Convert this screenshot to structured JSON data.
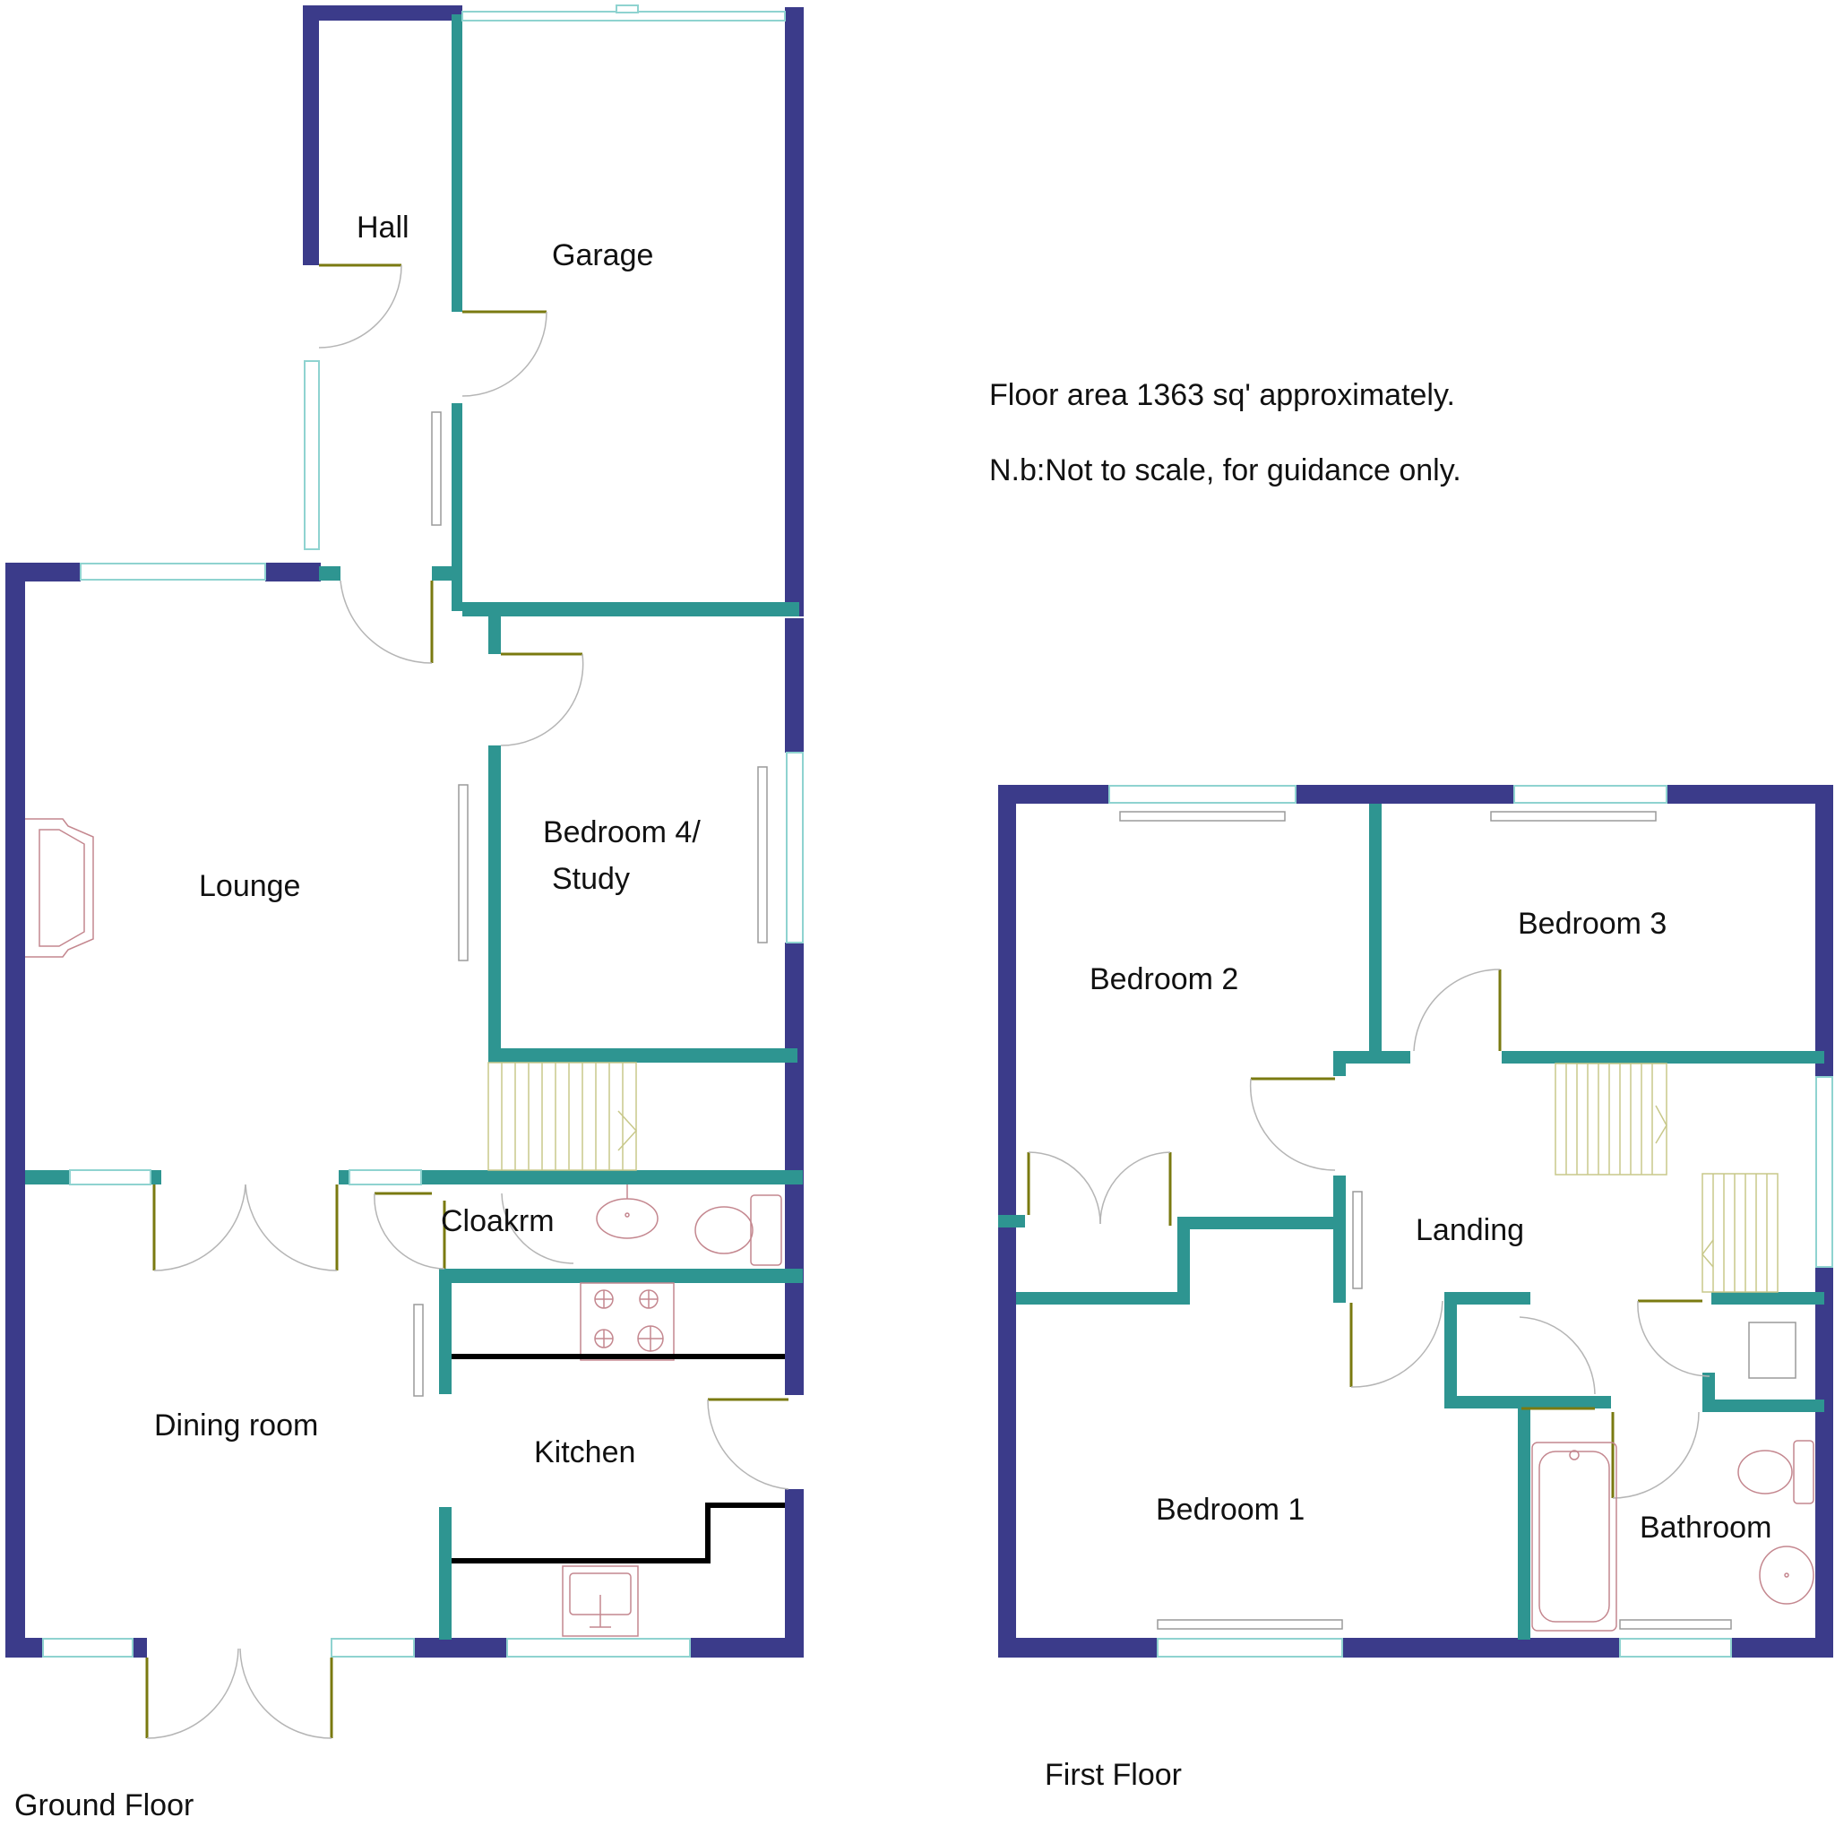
{
  "ground_floor": {
    "title": "Ground Floor",
    "rooms": {
      "hall": "Hall",
      "garage": "Garage",
      "lounge": "Lounge",
      "bedroom4_line1": "Bedroom 4/",
      "bedroom4_line2": "Study",
      "cloakroom": "Cloakrm",
      "dining_room": "Dining room",
      "kitchen": "Kitchen"
    }
  },
  "first_floor": {
    "title": "First Floor",
    "rooms": {
      "bedroom1": "Bedroom 1",
      "bedroom2": "Bedroom 2",
      "bedroom3": "Bedroom 3",
      "landing": "Landing",
      "bathroom": "Bathroom"
    }
  },
  "notes": {
    "floor_area": "Floor area 1363 sq' approximately.",
    "disclaimer": "N.b:Not to scale, for guidance only."
  },
  "colors": {
    "exterior_wall": "#3b3b8a",
    "interior_wall": "#2e9591",
    "window": "#8fd3d0",
    "door_leaf": "#7a7a10",
    "fixture": "#c4878f"
  }
}
